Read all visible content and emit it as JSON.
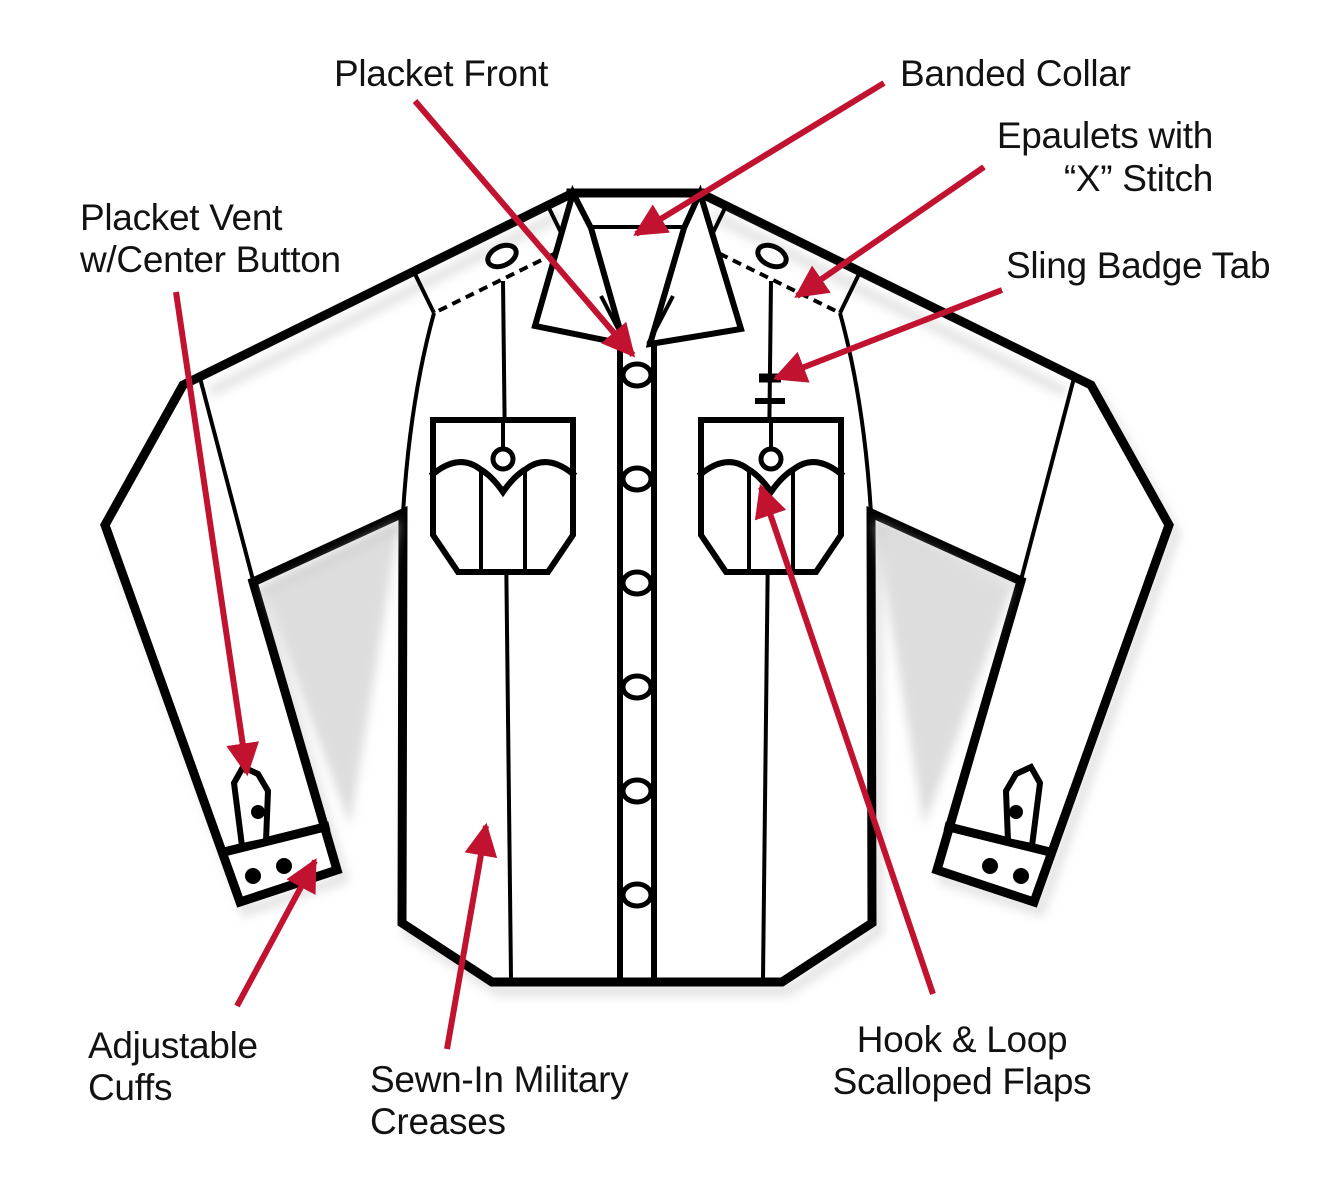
{
  "colors": {
    "background": "#ffffff",
    "line": "#000000",
    "ink": "#121212",
    "accent": "#c11230"
  },
  "annotations": {
    "placket_front": {
      "label": "Placket Front"
    },
    "banded_collar": {
      "label": "Banded Collar"
    },
    "epaulets": {
      "line1": "Epaulets with",
      "line2": "“X” Stitch"
    },
    "sling_badge_tab": {
      "label": "Sling Badge Tab"
    },
    "placket_vent": {
      "line1": "Placket Vent",
      "line2": "w/Center Button"
    },
    "adjustable_cuffs": {
      "line1": "Adjustable",
      "line2": "Cuffs"
    },
    "military_creases": {
      "line1": "Sewn-In Military",
      "line2": "Creases"
    },
    "scalloped_flaps": {
      "line1": "Hook & Loop",
      "line2": "Scalloped Flaps"
    }
  }
}
